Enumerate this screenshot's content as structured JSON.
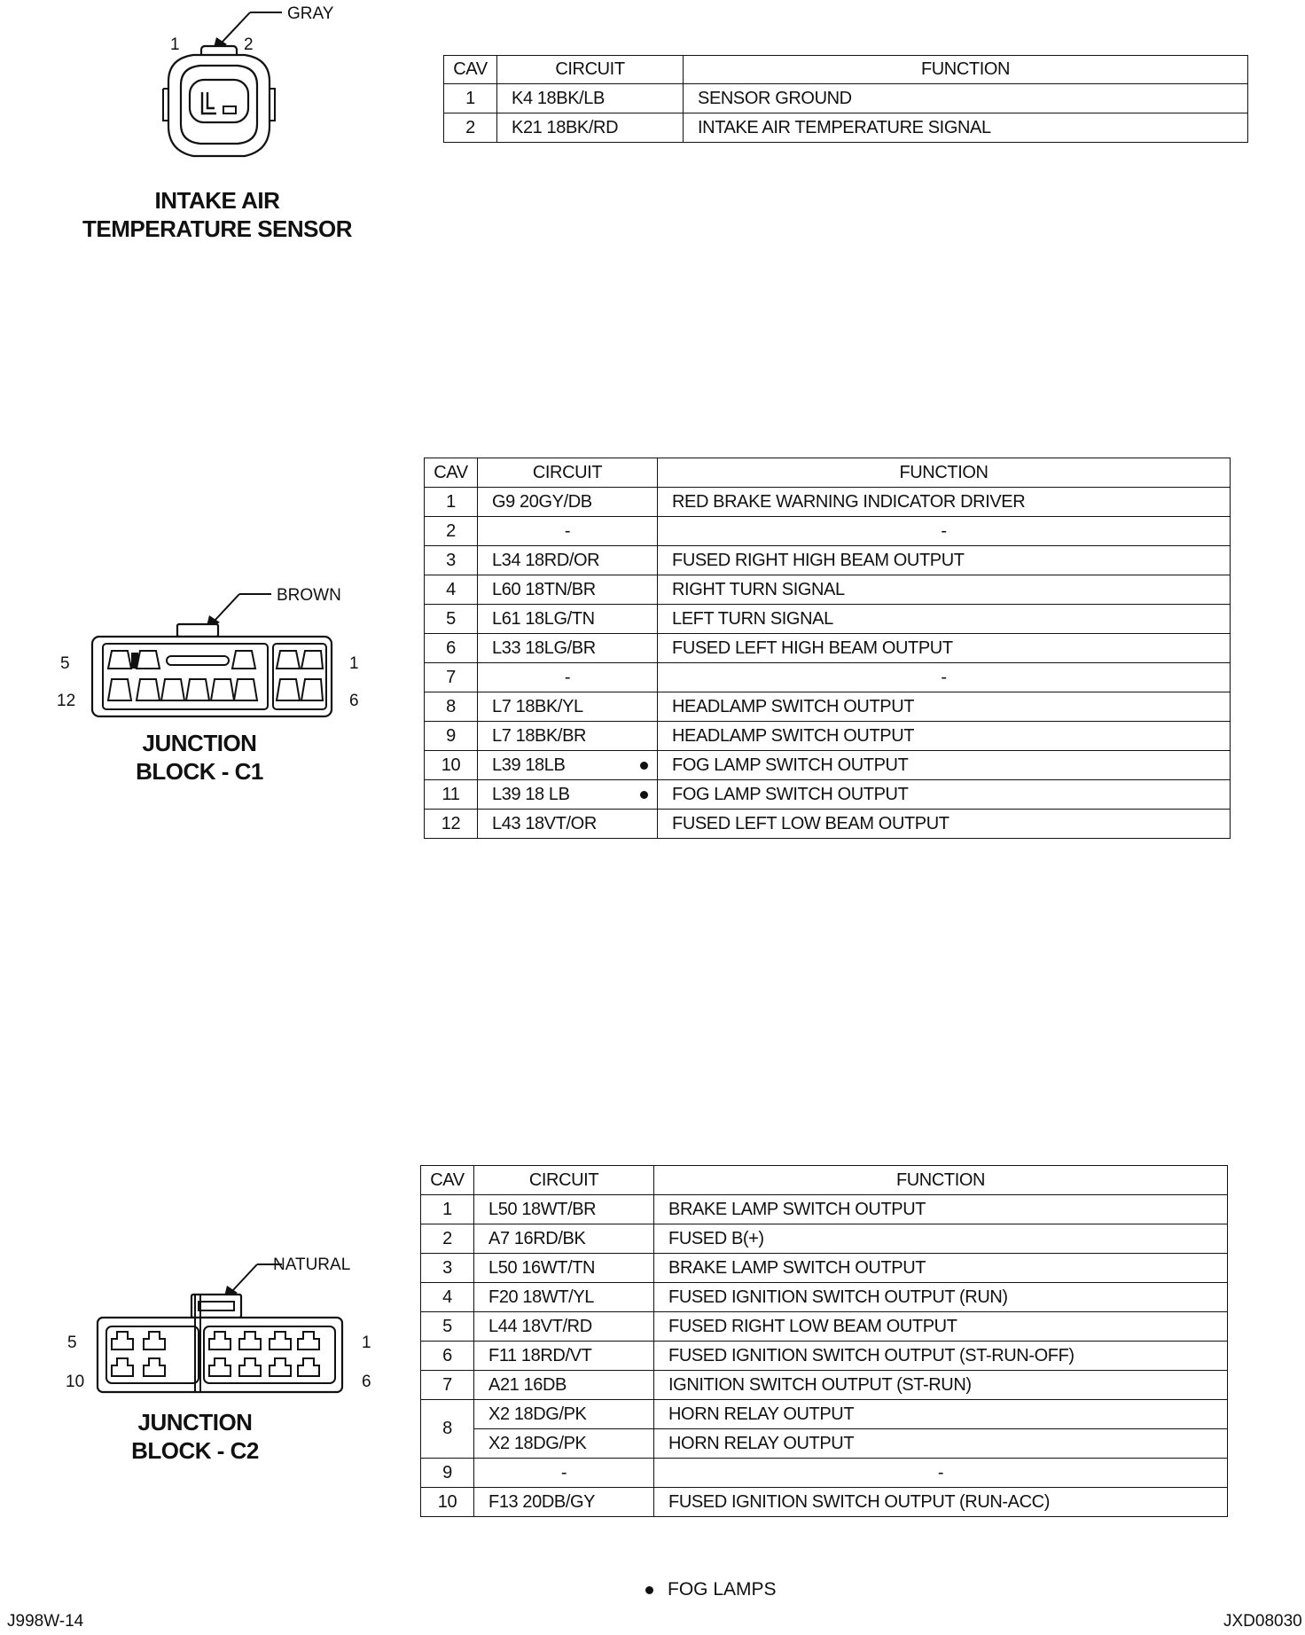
{
  "connectors": [
    {
      "title_line1": "INTAKE AIR",
      "title_line2": "TEMPERATURE SENSOR",
      "color_label": "GRAY",
      "pin_labels": [
        "1",
        "2"
      ],
      "table": {
        "headers": [
          "CAV",
          "CIRCUIT",
          "FUNCTION"
        ],
        "rows": [
          {
            "cav": "1",
            "circuit": "K4 18BK/LB",
            "function": "SENSOR GROUND"
          },
          {
            "cav": "2",
            "circuit": "K21 18BK/RD",
            "function": "INTAKE AIR TEMPERATURE SIGNAL"
          }
        ]
      }
    },
    {
      "title_line1": "JUNCTION",
      "title_line2": "BLOCK - C1",
      "color_label": "BROWN",
      "pin_labels": [
        "5",
        "1",
        "12",
        "6"
      ],
      "table": {
        "headers": [
          "CAV",
          "CIRCUIT",
          "FUNCTION"
        ],
        "rows": [
          {
            "cav": "1",
            "circuit": "G9 20GY/DB",
            "function": "RED BRAKE WARNING INDICATOR DRIVER"
          },
          {
            "cav": "2",
            "circuit": "-",
            "function": "-"
          },
          {
            "cav": "3",
            "circuit": "L34 18RD/OR",
            "function": "FUSED RIGHT HIGH BEAM OUTPUT"
          },
          {
            "cav": "4",
            "circuit": "L60 18TN/BR",
            "function": "RIGHT TURN SIGNAL"
          },
          {
            "cav": "5",
            "circuit": "L61 18LG/TN",
            "function": "LEFT TURN SIGNAL"
          },
          {
            "cav": "6",
            "circuit": "L33 18LG/BR",
            "function": "FUSED LEFT HIGH BEAM OUTPUT"
          },
          {
            "cav": "7",
            "circuit": "-",
            "function": "-"
          },
          {
            "cav": "8",
            "circuit": "L7 18BK/YL",
            "function": "HEADLAMP SWITCH OUTPUT"
          },
          {
            "cav": "9",
            "circuit": "L7 18BK/BR",
            "function": "HEADLAMP SWITCH OUTPUT"
          },
          {
            "cav": "10",
            "circuit": "L39 18LB",
            "function": "FOG LAMP SWITCH OUTPUT",
            "fog": true
          },
          {
            "cav": "11",
            "circuit": "L39 18 LB",
            "function": "FOG LAMP SWITCH OUTPUT",
            "fog": true
          },
          {
            "cav": "12",
            "circuit": "L43 18VT/OR",
            "function": "FUSED LEFT LOW BEAM OUTPUT"
          }
        ]
      }
    },
    {
      "title_line1": "JUNCTION",
      "title_line2": "BLOCK - C2",
      "color_label": "NATURAL",
      "pin_labels": [
        "5",
        "1",
        "10",
        "6"
      ],
      "table": {
        "headers": [
          "CAV",
          "CIRCUIT",
          "FUNCTION"
        ],
        "rows": [
          {
            "cav": "1",
            "circuit": "L50 18WT/BR",
            "function": "BRAKE LAMP SWITCH OUTPUT"
          },
          {
            "cav": "2",
            "circuit": "A7 16RD/BK",
            "function": "FUSED B(+)"
          },
          {
            "cav": "3",
            "circuit": "L50 16WT/TN",
            "function": "BRAKE LAMP SWITCH OUTPUT"
          },
          {
            "cav": "4",
            "circuit": "F20 18WT/YL",
            "function": "FUSED IGNITION SWITCH OUTPUT (RUN)"
          },
          {
            "cav": "5",
            "circuit": "L44 18VT/RD",
            "function": "FUSED RIGHT LOW BEAM OUTPUT"
          },
          {
            "cav": "6",
            "circuit": "F11 18RD/VT",
            "function": "FUSED IGNITION SWITCH OUTPUT (ST-RUN-OFF)"
          },
          {
            "cav": "7",
            "circuit": "A21 16DB",
            "function": "IGNITION SWITCH OUTPUT (ST-RUN)"
          },
          {
            "cav": "8",
            "circuit": "X2 18DG/PK",
            "function": "HORN RELAY OUTPUT",
            "span": 2
          },
          {
            "cav": "",
            "circuit": "X2 18DG/PK",
            "function": "HORN RELAY OUTPUT",
            "continued": true
          },
          {
            "cav": "9",
            "circuit": "-",
            "function": "-"
          },
          {
            "cav": "10",
            "circuit": "F13 20DB/GY",
            "function": "FUSED IGNITION SWITCH OUTPUT (RUN-ACC)"
          }
        ]
      }
    }
  ],
  "legend": {
    "symbol": "dot",
    "label": "FOG LAMPS"
  },
  "footer": {
    "left_code": "J998W-14",
    "right_code": "JXD08030"
  }
}
